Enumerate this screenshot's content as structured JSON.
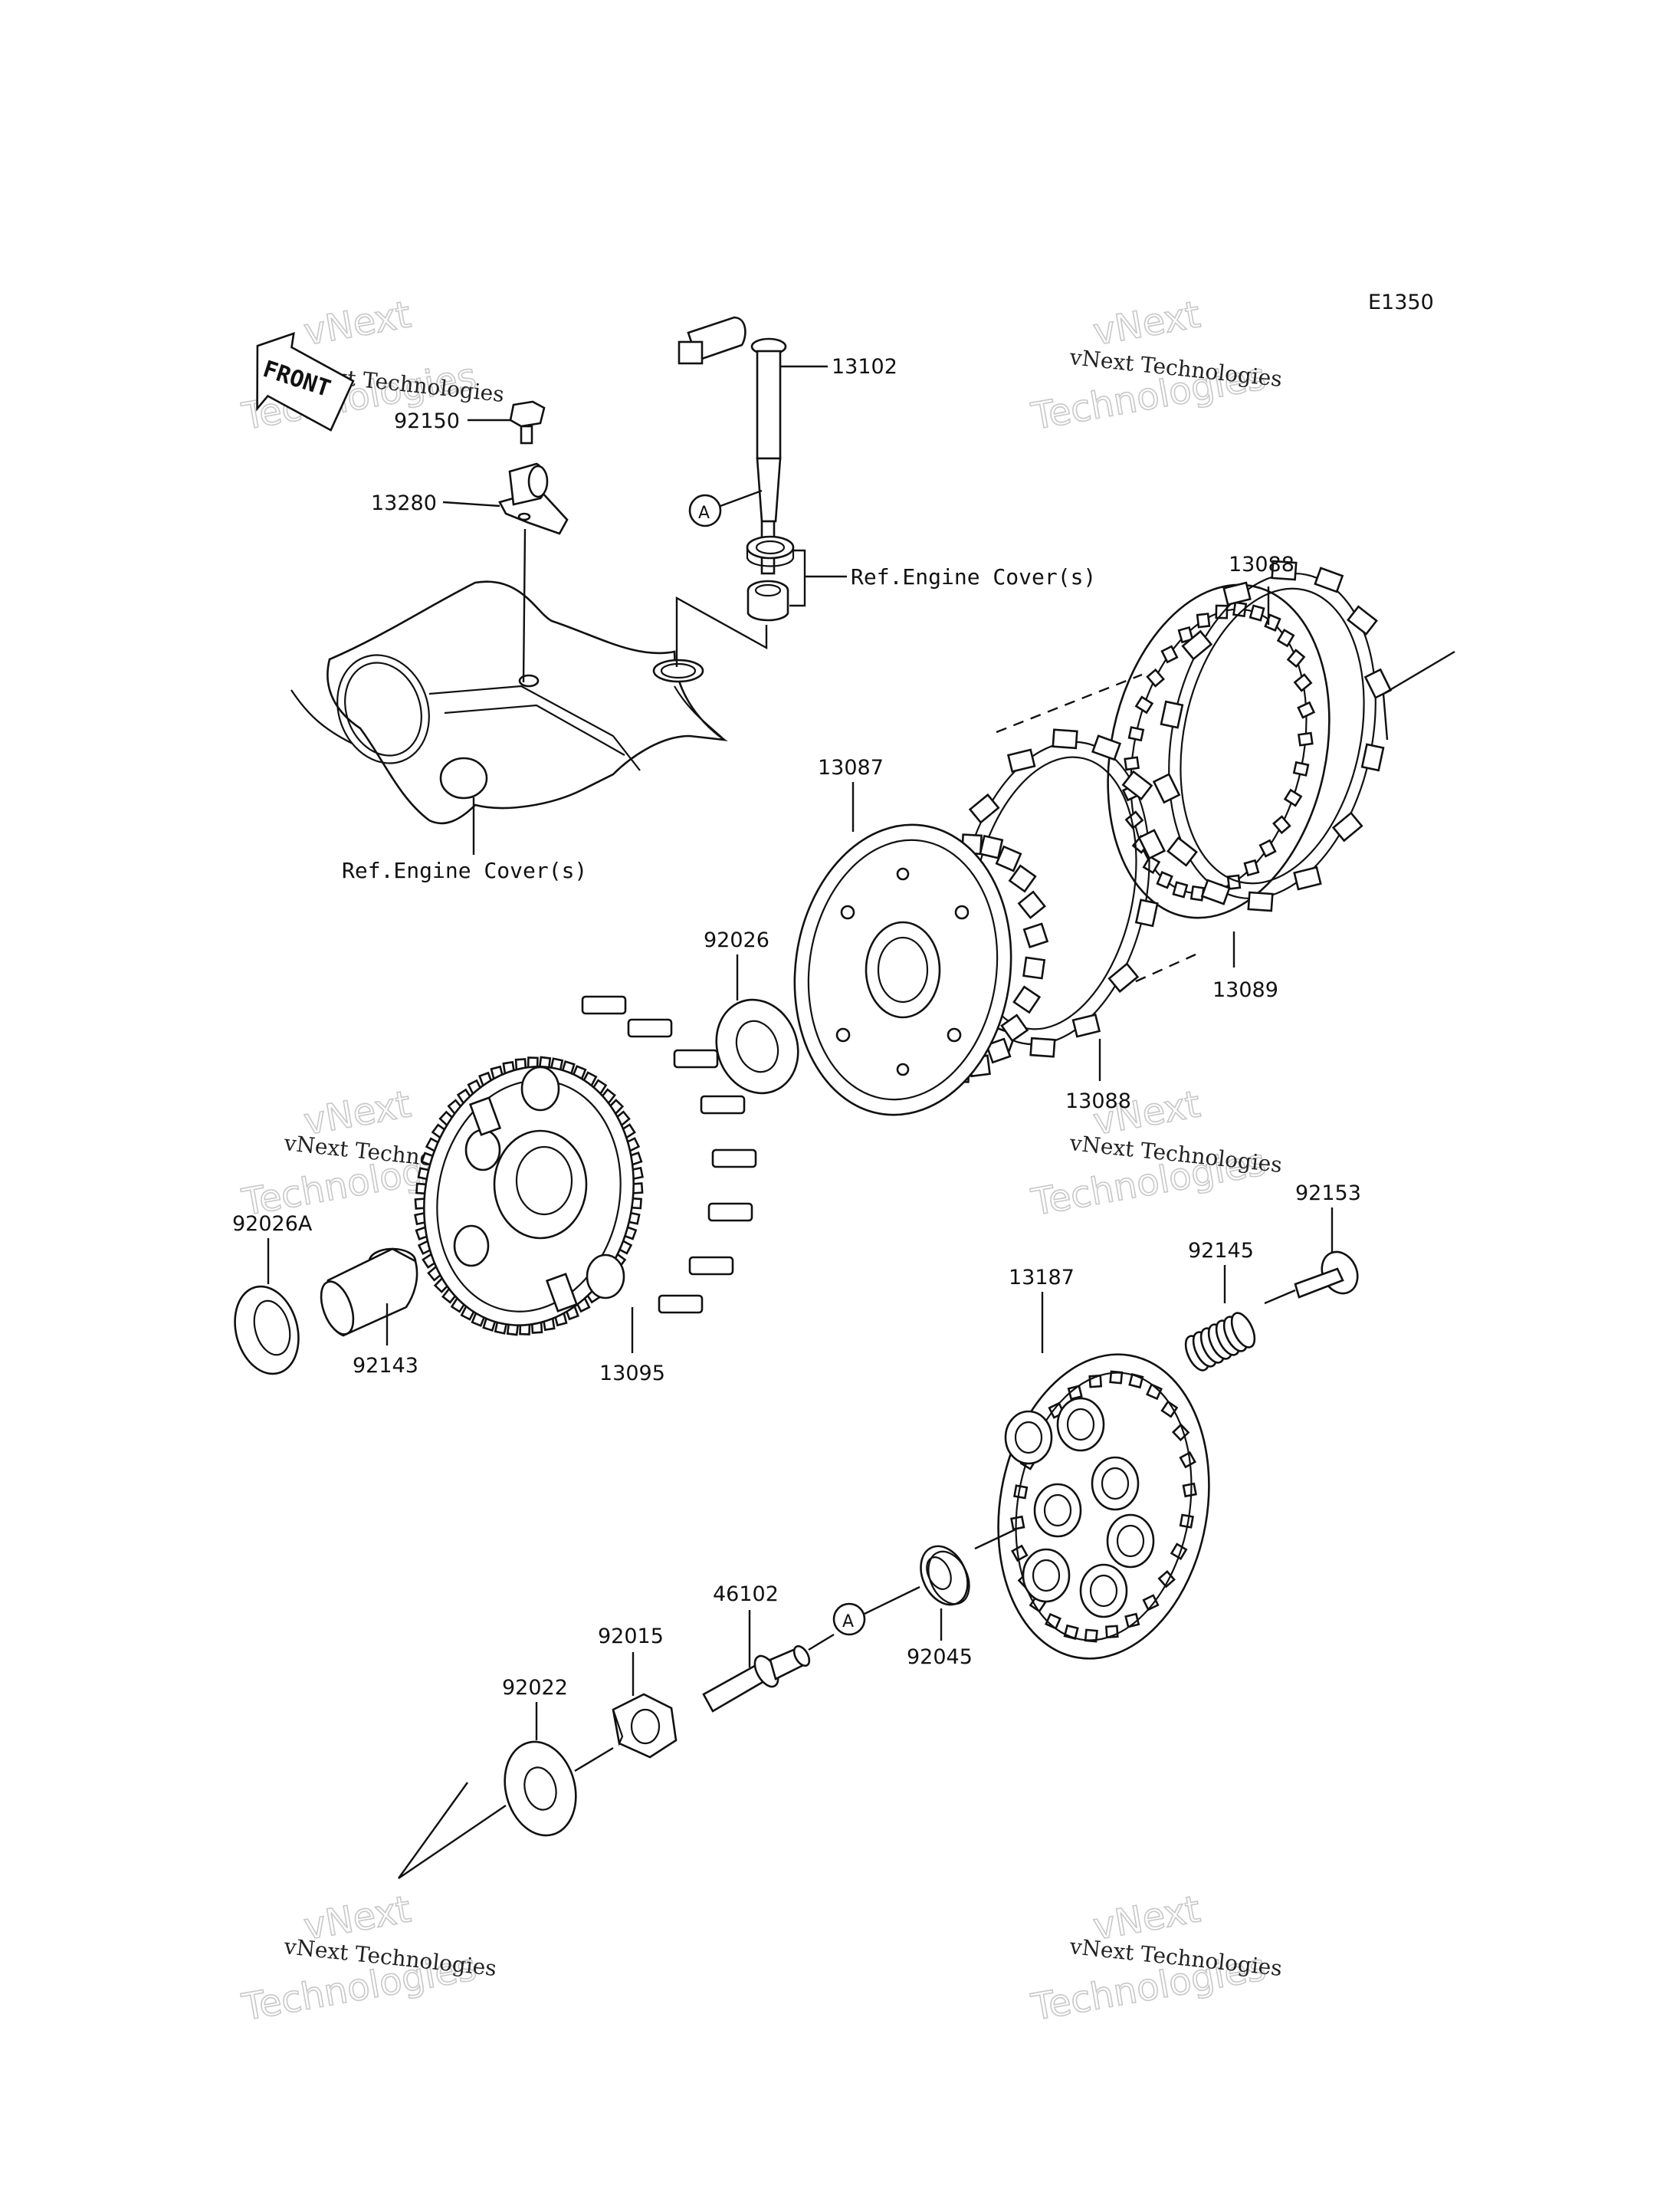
{
  "diagram_code": "E1350",
  "front_label": "FRONT",
  "ref_labels": {
    "top": "Ref.Engine Cover(s)",
    "left": "Ref.Engine Cover(s)"
  },
  "marker": "A",
  "watermark": {
    "line1": "vNext",
    "line2": "Technologies",
    "caption": "vNext Technologies"
  },
  "parts": [
    {
      "number": "13102"
    },
    {
      "number": "92150"
    },
    {
      "number": "13280"
    },
    {
      "number": "13088"
    },
    {
      "number": "13087"
    },
    {
      "number": "92026"
    },
    {
      "number": "13089"
    },
    {
      "number": "13088"
    },
    {
      "number": "92026A"
    },
    {
      "number": "92143"
    },
    {
      "number": "13095"
    },
    {
      "number": "92153"
    },
    {
      "number": "92145"
    },
    {
      "number": "13187"
    },
    {
      "number": "46102"
    },
    {
      "number": "92015"
    },
    {
      "number": "92045"
    },
    {
      "number": "92022"
    }
  ]
}
